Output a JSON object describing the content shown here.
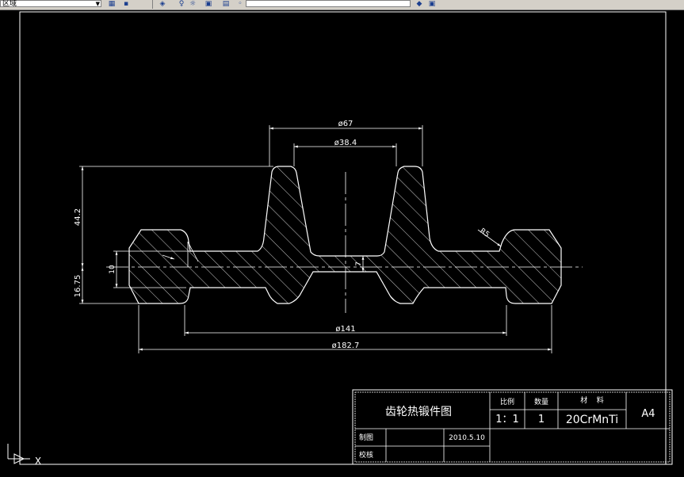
{
  "toolbar": {
    "layer_combo": "区域",
    "combo_arrow": "▼",
    "icons": [
      "layer-manager-icon",
      "save-icon",
      "layer-state-icon",
      "properties-icon",
      "match-properties-icon",
      "color-icon",
      "linetype-icon",
      "lineweight-icon"
    ]
  },
  "colors": {
    "background": "#000000",
    "lines": "#ffffff",
    "title_text": "#ffffff"
  },
  "drawing": {
    "dimensions": {
      "dia_67": "ø67",
      "dia_38_4": "ø38.4",
      "height_44_2": "44.2",
      "radius_r5": "R5",
      "dim_10": "10",
      "dim_7": "7",
      "height_16_75": "16.75",
      "dia_141": "ø141",
      "dia_182_7": "ø182.7"
    }
  },
  "title_block": {
    "title": "齿轮热锻件图",
    "scale_label": "比例",
    "quantity_label": "数量",
    "material_label": "材    料",
    "scale_value": "1：1",
    "quantity_value": "1",
    "material_value": "20CrMnTi",
    "sheet_size": "A4",
    "drawn_label": "制图",
    "date": "2010.5.10",
    "checked_label": "校核"
  },
  "ucs": {
    "x_label": "X"
  }
}
